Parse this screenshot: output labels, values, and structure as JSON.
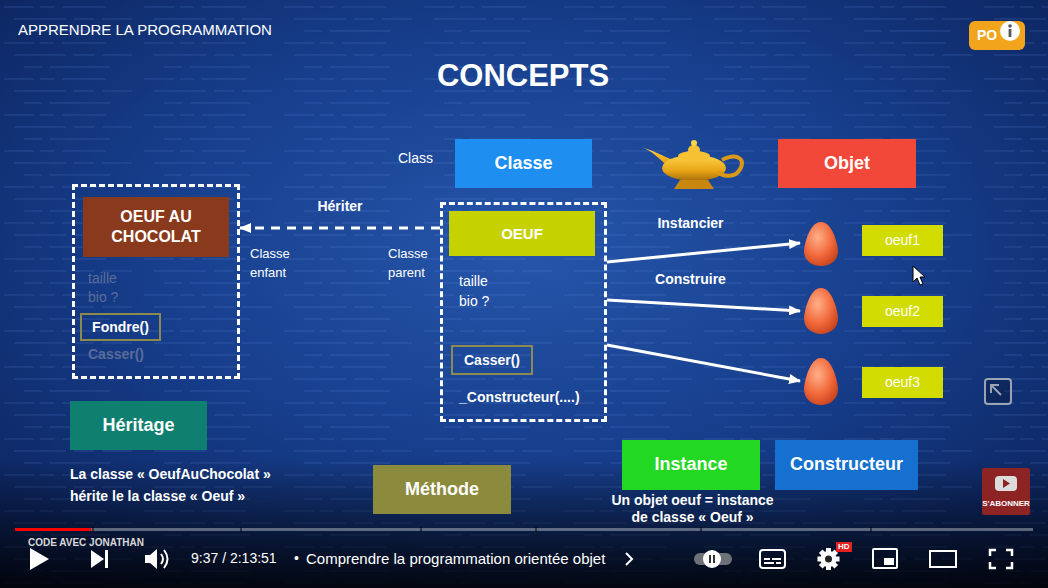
{
  "diagram": {
    "title": "CONCEPTS",
    "nodes": [
      {
        "text": [
          "Classe"
        ]
      },
      {
        "text": [
          "Objet"
        ]
      },
      {
        "text": [
          "taille",
          "bio ?",
          "Casser()"
        ]
      },
      {
        "text": [
          "OEUF AU CHOCOLAT"
        ],
        "in": 2
      },
      {
        "text": [
          "Fondre()"
        ],
        "in": 2
      },
      {
        "text": [
          "taille",
          "bio ?",
          "_Constructeur(....)"
        ]
      },
      {
        "text": [
          "OEUF"
        ],
        "in": 5
      },
      {
        "text": [
          "Casser()"
        ],
        "in": 5
      },
      {
        "text": [
          "oeuf1"
        ]
      },
      {
        "text": [
          "oeuf2"
        ]
      },
      {
        "text": [
          "oeuf3"
        ]
      },
      {
        "text": [
          "Héritage"
        ]
      },
      {
        "text": [
          "Instance"
        ]
      },
      {
        "text": [
          "Constructeur"
        ]
      },
      {
        "text": [
          "Méthode"
        ]
      }
    ],
    "edges": [
      {
        "from": 5,
        "to": 2,
        "arrow": "to",
        "label": "Hériter"
      },
      {
        "from": 5,
        "to": 8,
        "arrow": "to",
        "label": "Instancier"
      },
      {
        "from": 5,
        "to": 9,
        "arrow": "to",
        "label": "Construire"
      },
      {
        "from": 5,
        "to": 10,
        "arrow": "to"
      }
    ],
    "labels": [
      "APPRENDRE LA PROGRAMMATION",
      "PO",
      "Class",
      "Classe enfant",
      "Classe parent",
      "La classe « OeufAuChocolat » hérite le la classe « Oeuf »",
      "Un objet oeuf = instance de classe « Oeuf »",
      "S'ABONNER",
      "CODE AVEC JONATHAN",
      "9:37 / 2:13:51",
      "•",
      "Comprendre la programmation orientée objet",
      "HD"
    ]
  }
}
